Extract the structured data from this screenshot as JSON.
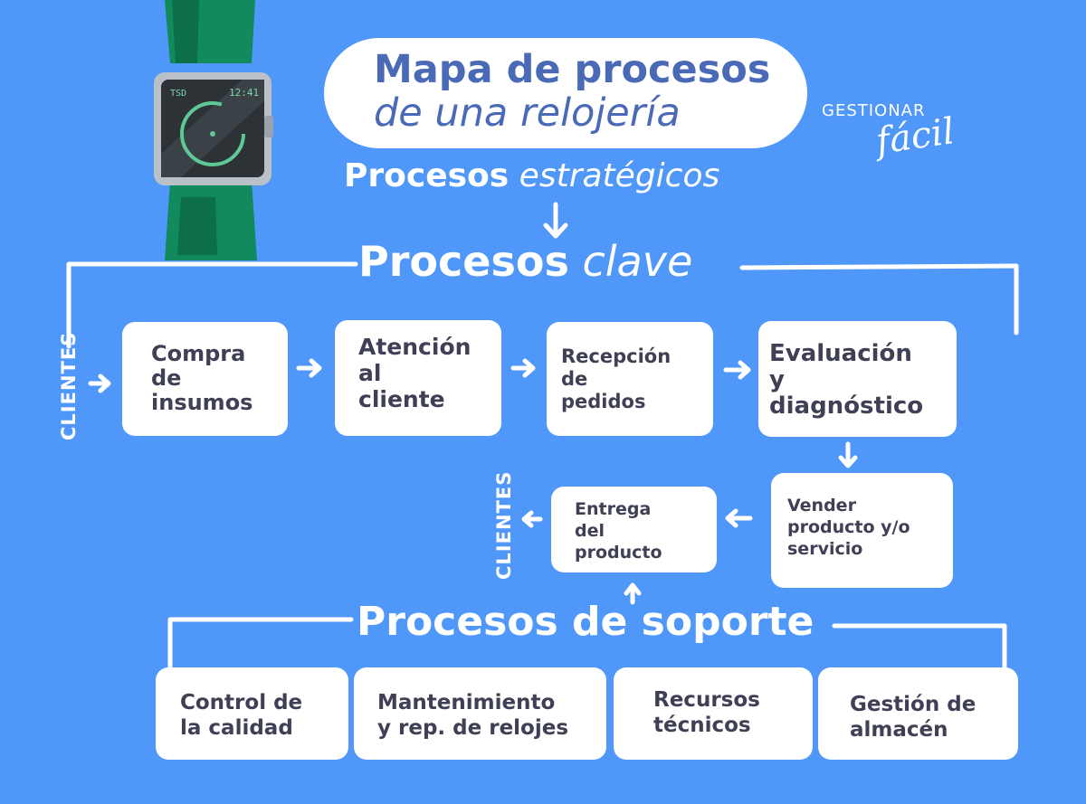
{
  "title": {
    "line1": "Mapa de procesos",
    "line2": "de una relojería"
  },
  "logo": {
    "line1": "GESTIONAR",
    "line2": "fácil"
  },
  "watch": {
    "label_left": "TSD",
    "time": "12:41"
  },
  "headings": {
    "strategic": {
      "bold": "Procesos",
      "italic": "estratégicos"
    },
    "key": {
      "bold": "Procesos",
      "italic": "clave"
    },
    "support": {
      "bold": "Procesos de soporte"
    }
  },
  "clients_in": "CLIENTES",
  "clients_out": "CLIENTES",
  "key_processes": [
    "Compra\nde\ninsumos",
    "Atención\nal\ncliente",
    "Recepción\nde\npedidos",
    "Evaluación\ny\ndiagnóstico",
    "Vender\nproducto y/o\nservicio",
    "Entrega\ndel\nproducto"
  ],
  "support_processes": [
    "Control de\nla calidad",
    "Mantenimiento\ny rep.  de relojes",
    "Recursos\ntécnicos",
    "Gestión de\nalmacén"
  ],
  "colors": {
    "background": "#4f97f9",
    "box": "#ffffff",
    "title": "#4a6ab8",
    "box_text": "#3f3f55"
  }
}
